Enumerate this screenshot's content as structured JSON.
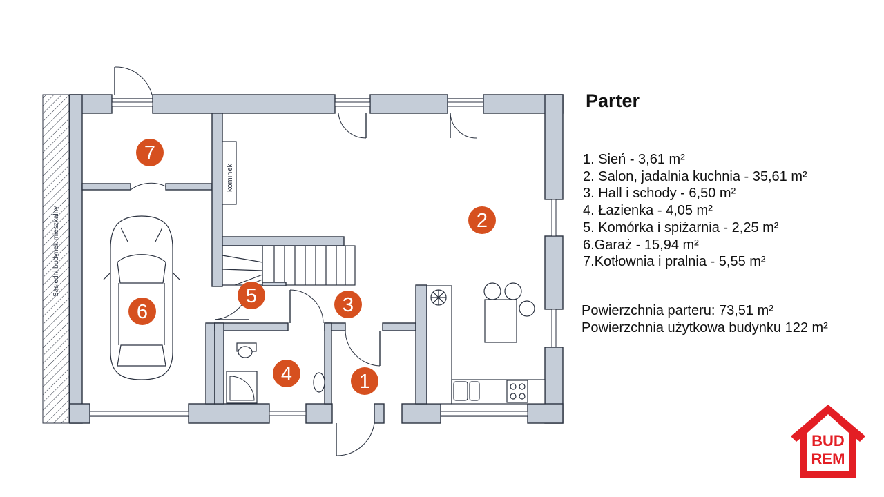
{
  "plan": {
    "title": "Parter",
    "kominek_label": "kominek",
    "neighbor_label": "Sąsiedni budynek mieszkalny",
    "room_markers": [
      "1",
      "2",
      "3",
      "4",
      "5",
      "6",
      "7"
    ]
  },
  "rooms": [
    "1. Sień - 3,61 m²",
    "2. Salon, jadalnia kuchnia - 35,61 m²",
    "3. Hall i schody - 6,50 m²",
    "4. Łazienka - 4,05 m²",
    "5. Komórka i spiżarnia - 2,25 m²",
    "6.Garaż - 15,94 m²",
    "7.Kotłownia i pralnia - 5,55 m²"
  ],
  "summary": {
    "ground_floor_area": "Powierzchnia parteru: 73,51 m²",
    "usable_area": "Powierzchnia użytkowa budynku 122 m²"
  },
  "logo": {
    "line1": "BUD",
    "line2": "REM",
    "color": "#e31e24"
  },
  "colors": {
    "wall": "#c5cdd8",
    "marker": "#d6501f",
    "outline": "#2b3240"
  }
}
